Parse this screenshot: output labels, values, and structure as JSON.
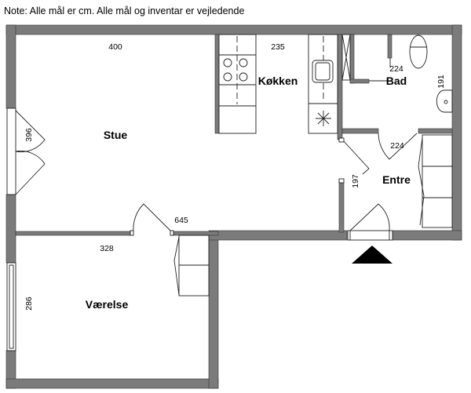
{
  "note": "Note: Alle mål er cm. Alle mål og inventar er vejledende",
  "rooms": {
    "stue": "Stue",
    "koekken": "Køkken",
    "bad": "Bad",
    "entre": "Entre",
    "vaerelse": "Værelse"
  },
  "dimensions": {
    "stue_width": "400",
    "stue_height": "396",
    "koekken_width": "235",
    "bad_width": "224",
    "bad_height": "191",
    "entre_width": "224",
    "entre_height": "197",
    "total_width": "645",
    "vaerelse_width": "328",
    "vaerelse_height": "286"
  },
  "colors": {
    "wall": "#7b7b7b"
  }
}
